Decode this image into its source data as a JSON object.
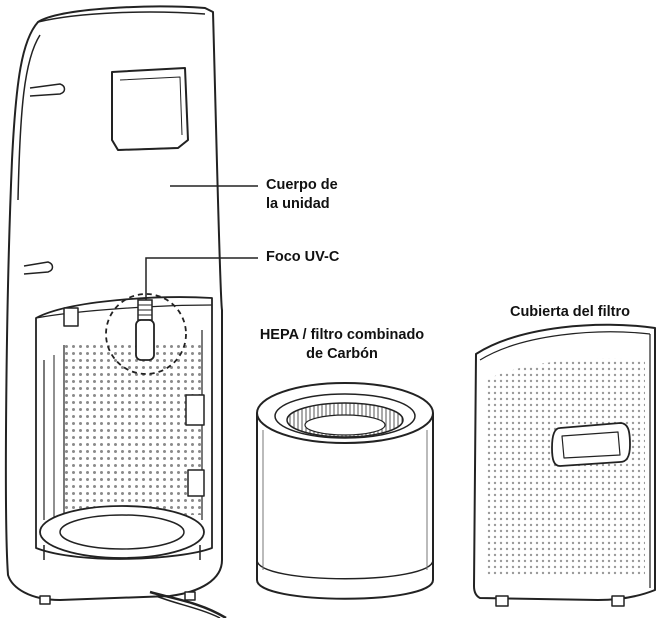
{
  "labels": {
    "unit_body_line1": "Cuerpo de",
    "unit_body_line2": "la unidad",
    "uv_bulb": "Foco UV-C",
    "filter_line1": "HEPA / filtro combinado",
    "filter_line2": "de Carbón",
    "cover": "Cubierta del filtro"
  },
  "colors": {
    "ink": "#222222",
    "paper": "#ffffff",
    "mesh": "#9a9a9a"
  }
}
